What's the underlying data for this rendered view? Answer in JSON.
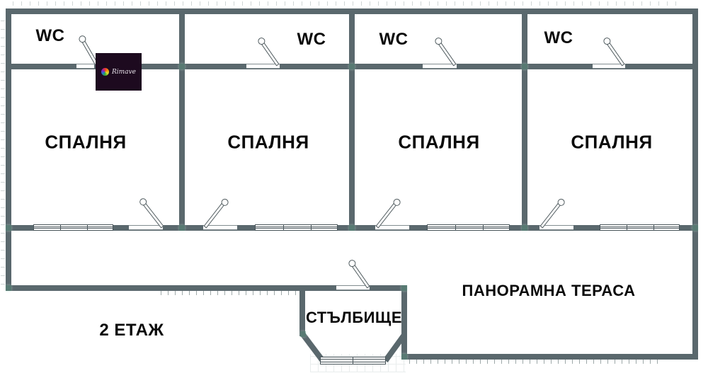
{
  "floor_plan": {
    "floor_label": "2 ЕТАЖ",
    "bedrooms": [
      {
        "label": "СПАЛНЯ"
      },
      {
        "label": "СПАЛНЯ"
      },
      {
        "label": "СПАЛНЯ"
      },
      {
        "label": "СПАЛНЯ"
      }
    ],
    "wcs": [
      {
        "label": "WC"
      },
      {
        "label": "WC"
      },
      {
        "label": "WC"
      },
      {
        "label": "WC"
      }
    ],
    "terrace_label": "ПАНОРАМНА ТЕРАСА",
    "staircase_label": "СТЪЛБИЩЕ"
  },
  "watermark": {
    "text": "Rimave"
  },
  "colors": {
    "wall": "#5a686d",
    "junction_accent": "#578a79",
    "label_text": "#0a0a0a",
    "watermark_bg": "#1d0a1f"
  }
}
